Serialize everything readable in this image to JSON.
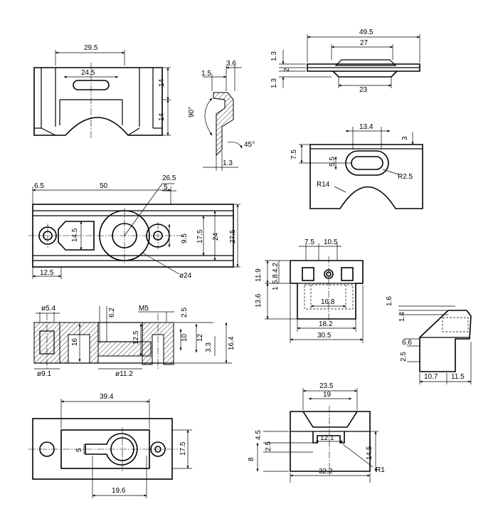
{
  "view_a": {
    "d1": "29.5",
    "d2": "24.5",
    "d3": "14",
    "d4": "14"
  },
  "view_b": {
    "d1": "1.5",
    "d2": "3.6",
    "d3": "90°",
    "d4": "45°",
    "d5": "1.3"
  },
  "view_c": {
    "d1": "49.5",
    "d2": "27",
    "d3": "23",
    "d4": "1.3",
    "d5": "2",
    "d6": "1.3"
  },
  "view_d": {
    "d1": "13.4",
    "d2": "3",
    "d3": "7.5",
    "d4": "5.5",
    "d5": "R2.5",
    "d6": "R14"
  },
  "view_e": {
    "d1": "6.5",
    "d2": "50",
    "d3": "26.5",
    "d4": "5",
    "d5": "14.5",
    "d6": "9.5",
    "d7": "17.5",
    "d8": "24",
    "d9": "27.5",
    "d10": "12.5",
    "d11": "ø24"
  },
  "view_f": {
    "d1": "7.5",
    "d2": "10.5",
    "d3": "11.9",
    "d4": "4.2",
    "d5": "5.8",
    "d6": "1",
    "d7": "13.6",
    "d8": "16.8",
    "d9": "18.2",
    "d10": "30.5"
  },
  "view_g": {
    "d1": "ø5.4",
    "d2": "6.2",
    "d3": "M5",
    "d4": "2.5",
    "d5": "16",
    "d6": "12.5",
    "d7": "10",
    "d8": "12",
    "d9": "3.3",
    "d10": "16.4",
    "d11": "ø9.1",
    "d12": "ø11.2"
  },
  "view_h": {
    "d1": "1.6",
    "d2": "1.4",
    "d3": "6.6",
    "d4": "2.5",
    "d5": "10.7",
    "d6": "11.5"
  },
  "view_i": {
    "d1": "39.4",
    "d2": "5",
    "d3": "17.5",
    "d4": "19.6"
  },
  "view_j": {
    "d1": "23.5",
    "d2": "19",
    "d3": "4.5",
    "d4": "2.5",
    "d5": "8",
    "d6": "12.1",
    "d7": "14.5",
    "d8": "32.2",
    "d9": "R1"
  }
}
